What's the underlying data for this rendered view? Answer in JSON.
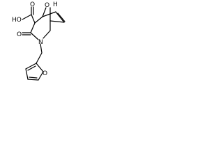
{
  "molecule": {
    "atoms": {
      "carboxyl_label": "HO",
      "carboxyl_oxygen": "O",
      "bridge_oxygen": "O",
      "stereo_hydrogen": "H",
      "lactam_oxygen": "O",
      "ring_nitrogen": "N",
      "furan_oxygen": "O"
    }
  }
}
